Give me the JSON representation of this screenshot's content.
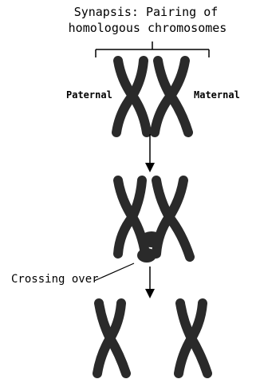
{
  "title": {
    "line1": "Synapsis: Pairing of",
    "line2": "homologous chromosomes"
  },
  "labels": {
    "paternal": "Paternal",
    "maternal": "Maternal",
    "crossing_over": "Crossing over"
  },
  "colors": {
    "chromosome": "#2a2a2a",
    "ink": "#000000",
    "background": "#ffffff"
  }
}
